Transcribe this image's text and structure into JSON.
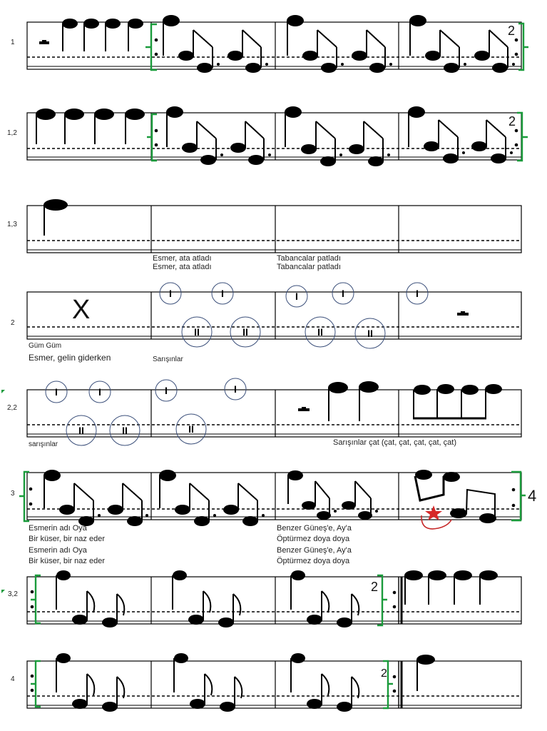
{
  "rows": [
    {
      "label": "1"
    },
    {
      "label": "1,2"
    },
    {
      "label": "1,3"
    },
    {
      "label": "2"
    },
    {
      "label": "2,2"
    },
    {
      "label": "3"
    },
    {
      "label": "3,2"
    },
    {
      "label": "4"
    }
  ],
  "repeat_marks": {
    "two": "2",
    "four": "4"
  },
  "symbols": {
    "x_mark": "X",
    "stroke_one": "I",
    "stroke_two": "II"
  },
  "lyrics": {
    "r3_m2_a": "Esmer, ata atladı",
    "r3_m2_b": "Esmer, ata atladı",
    "r3_m3_a": "Tabancalar patladı",
    "r3_m3_b": "Tabancalar patladı",
    "r4_gum": "Güm Güm",
    "r4_esmer": "Esmer, gelin giderken",
    "r4_sarisinlar": "Sarışınlar",
    "r5_sarisinlar": "sarışınlar",
    "r5_cat": "Sarışınlar çat (çat, çat, çat, çat, çat)",
    "r6_l1": "Esmerin adı Oya",
    "r6_l2": "Bir küser, bir naz eder",
    "r6_l3": "Esmerin adı Oya",
    "r6_l4": "Bir küser, bir naz eder",
    "r6_r1": "Benzer Güneş'e, Ay'a",
    "r6_r2": "Öptürmez doya doya",
    "r6_r3": "Benzer Güneş'e, Ay'a",
    "r6_r4": "Öptürmez doya doya"
  },
  "colors": {
    "ink": "#000000",
    "bracket": "#1a9b3b",
    "circle": "#3b4f7a",
    "star": "#d62828",
    "arc": "#c62828"
  },
  "icons": {
    "star": "star-icon",
    "x": "x-mark-icon"
  }
}
